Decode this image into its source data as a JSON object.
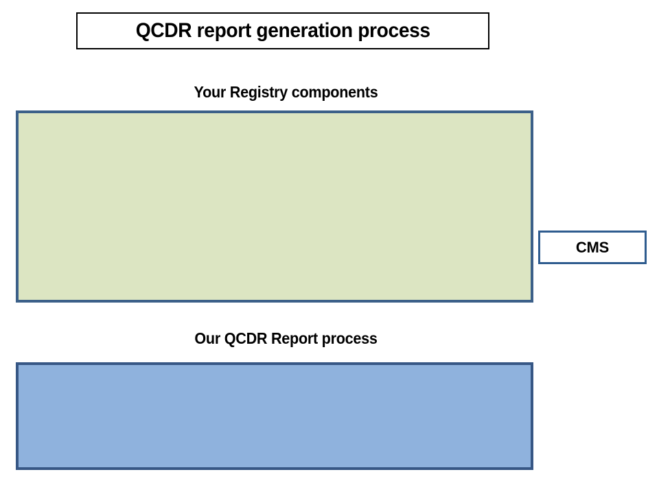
{
  "slide": {
    "title": {
      "text": "QCDR report generation process"
    },
    "sections": [
      {
        "caption": "Your Registry components",
        "panel_name": "registry-components-panel",
        "fill_color": "#dce5c2",
        "border_color": "#3c6089"
      },
      {
        "caption": "Our QCDR Report process",
        "panel_name": "qcdr-report-process-panel",
        "fill_color": "#8fb2dd",
        "border_color": "#375785"
      }
    ],
    "cms": {
      "label": "CMS",
      "fill_color": "#ffffff",
      "border_color": "#2f5c8f"
    },
    "background_color": "#ffffff",
    "title_border_color": "#000000",
    "text_color": "#000000"
  }
}
